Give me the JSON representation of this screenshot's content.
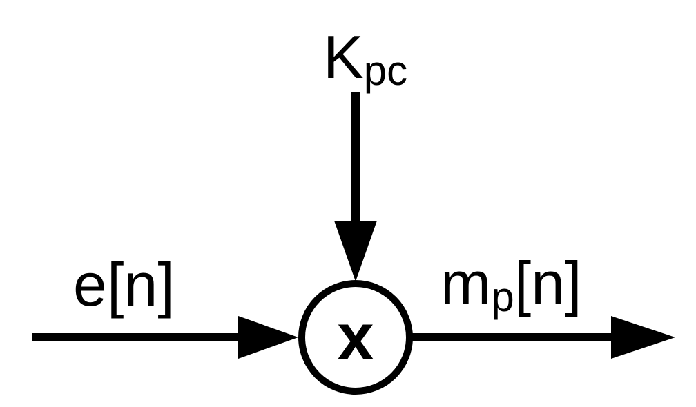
{
  "diagram": {
    "gain": {
      "main": "K",
      "subscript": "pc"
    },
    "input": {
      "label": "e[n]"
    },
    "output": {
      "main": "m",
      "subscript": "p",
      "suffix": "[n]"
    },
    "operator": {
      "symbol": "x"
    }
  },
  "colors": {
    "stroke": "#000000",
    "background": "#ffffff"
  }
}
